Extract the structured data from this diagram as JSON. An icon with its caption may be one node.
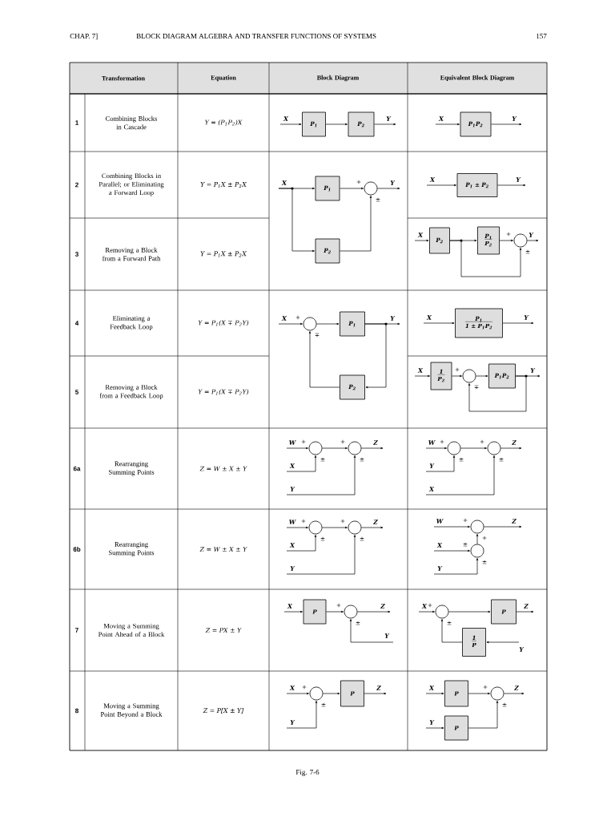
{
  "diagram": {
    "caption": "Fig. 7-6",
    "nodes": [
      {
        "text": [
          "P$_{1}$"
        ]
      },
      {
        "text": [
          "P$_{2}$"
        ]
      },
      {
        "text": [
          "P$_{1}$P$_{2}$"
        ]
      },
      {
        "text": [
          "P$_{1}$"
        ]
      },
      {
        "text": [],
        "shape": "circle",
        "beside": [
          "+",
          "±"
        ]
      },
      {
        "text": [
          "P$_{2}$"
        ]
      },
      {
        "text": [
          "P$_{1}$ ± P$_{2}$"
        ]
      },
      {
        "text": [
          "P$_{2}$"
        ]
      },
      {
        "text": [
          "P$_{1}$",
          "P$_{2}$"
        ]
      },
      {
        "text": [],
        "shape": "circle",
        "beside": [
          "+",
          "±"
        ]
      },
      {
        "text": [],
        "shape": "circle",
        "beside": [
          "+",
          "∓"
        ]
      },
      {
        "text": [
          "P$_{1}$"
        ]
      },
      {
        "text": [
          "P$_{2}$"
        ]
      },
      {
        "text": [
          "P$_{1}$",
          "1 ± P$_{1}$P$_{2}$"
        ]
      },
      {
        "text": [
          "1",
          "P$_{2}$"
        ]
      },
      {
        "text": [],
        "shape": "circle",
        "beside": [
          "+",
          "∓"
        ]
      },
      {
        "text": [
          "P$_{1}$P$_{2}$"
        ]
      },
      {
        "text": [],
        "shape": "circle",
        "beside": [
          "+",
          "±"
        ]
      },
      {
        "text": [],
        "shape": "circle",
        "beside": [
          "+",
          "±"
        ]
      },
      {
        "text": [],
        "shape": "circle",
        "beside": [
          "+",
          "±"
        ]
      },
      {
        "text": [],
        "shape": "circle",
        "beside": [
          "+",
          "±"
        ]
      },
      {
        "text": [],
        "shape": "circle",
        "beside": [
          "+",
          "±"
        ]
      },
      {
        "text": [],
        "shape": "circle",
        "beside": [
          "+",
          "±"
        ]
      },
      {
        "text": [],
        "shape": "circle",
        "beside": [
          "+",
          "+"
        ]
      },
      {
        "text": [],
        "shape": "circle",
        "beside": [
          "±",
          "±"
        ]
      },
      {
        "text": [
          "P"
        ]
      },
      {
        "text": [],
        "shape": "circle",
        "beside": [
          "+",
          "±"
        ]
      },
      {
        "text": [],
        "shape": "circle",
        "beside": [
          "+",
          "±"
        ]
      },
      {
        "text": [
          "P"
        ]
      },
      {
        "text": [
          "1",
          "P"
        ]
      },
      {
        "text": [],
        "shape": "circle",
        "beside": [
          "+",
          "±"
        ]
      },
      {
        "text": [
          "P"
        ]
      },
      {
        "text": [
          "P"
        ]
      },
      {
        "text": [],
        "shape": "circle",
        "beside": [
          "+",
          "±"
        ]
      },
      {
        "text": [
          "P"
        ]
      }
    ],
    "edges": [
      {
        "from": null,
        "to": 0,
        "arrow": "to",
        "label": "X"
      },
      {
        "from": 0,
        "to": 1,
        "arrow": "to"
      },
      {
        "from": 1,
        "to": null,
        "arrow": "to",
        "label": "Y"
      },
      {
        "from": null,
        "to": 2,
        "arrow": "to",
        "label": "X"
      },
      {
        "from": 2,
        "to": null,
        "arrow": "to",
        "label": "Y"
      },
      {
        "from": null,
        "to": 3,
        "arrow": "to",
        "label": "X"
      },
      {
        "from": null,
        "to": 5,
        "arrow": "to"
      },
      {
        "from": 3,
        "to": 4,
        "arrow": "to"
      },
      {
        "from": 5,
        "to": 4,
        "arrow": "to"
      },
      {
        "from": 4,
        "to": null,
        "arrow": "to",
        "label": "Y"
      },
      {
        "from": null,
        "to": 6,
        "arrow": "to",
        "label": "X"
      },
      {
        "from": 6,
        "to": null,
        "arrow": "to",
        "label": "Y"
      },
      {
        "from": null,
        "to": 7,
        "arrow": "to",
        "label": "X"
      },
      {
        "from": 7,
        "to": 8,
        "arrow": "to"
      },
      {
        "from": 8,
        "to": 9,
        "arrow": "to"
      },
      {
        "from": 7,
        "to": 9,
        "arrow": "to"
      },
      {
        "from": 9,
        "to": null,
        "arrow": "to",
        "label": "Y"
      },
      {
        "from": null,
        "to": 10,
        "arrow": "to",
        "label": "X"
      },
      {
        "from": 10,
        "to": 11,
        "arrow": "to"
      },
      {
        "from": 11,
        "to": null,
        "arrow": "to",
        "label": "Y"
      },
      {
        "from": 11,
        "to": 12,
        "arrow": "to"
      },
      {
        "from": 12,
        "to": 10,
        "arrow": "to"
      },
      {
        "from": null,
        "to": 13,
        "arrow": "to",
        "label": "X"
      },
      {
        "from": 13,
        "to": null,
        "arrow": "to",
        "label": "Y"
      },
      {
        "from": null,
        "to": 14,
        "arrow": "to",
        "label": "X"
      },
      {
        "from": 14,
        "to": 15,
        "arrow": "to"
      },
      {
        "from": 15,
        "to": 16,
        "arrow": "to"
      },
      {
        "from": 16,
        "to": null,
        "arrow": "to",
        "label": "Y"
      },
      {
        "from": 16,
        "to": 15,
        "arrow": "to"
      },
      {
        "from": null,
        "to": 17,
        "arrow": "to",
        "label": "W"
      },
      {
        "from": null,
        "to": 17,
        "arrow": "to",
        "label": "X"
      },
      {
        "from": 17,
        "to": 18,
        "arrow": "to"
      },
      {
        "from": null,
        "to": 18,
        "arrow": "to",
        "label": "Y"
      },
      {
        "from": 18,
        "to": null,
        "arrow": "to",
        "label": "Z"
      },
      {
        "from": null,
        "to": 19,
        "arrow": "to",
        "label": "W"
      },
      {
        "from": null,
        "to": 19,
        "arrow": "to",
        "label": "Y"
      },
      {
        "from": 19,
        "to": 20,
        "arrow": "to"
      },
      {
        "from": null,
        "to": 20,
        "arrow": "to",
        "label": "X"
      },
      {
        "from": 20,
        "to": null,
        "arrow": "to",
        "label": "Z"
      },
      {
        "from": null,
        "to": 21,
        "arrow": "to",
        "label": "W"
      },
      {
        "from": null,
        "to": 21,
        "arrow": "to",
        "label": "X"
      },
      {
        "from": 21,
        "to": 22,
        "arrow": "to"
      },
      {
        "from": null,
        "to": 22,
        "arrow": "to",
        "label": "Y"
      },
      {
        "from": 22,
        "to": null,
        "arrow": "to",
        "label": "Z"
      },
      {
        "from": null,
        "to": 23,
        "arrow": "to",
        "label": "W"
      },
      {
        "from": 23,
        "to": null,
        "arrow": "to",
        "label": "Z"
      },
      {
        "from": null,
        "to": 24,
        "arrow": "to",
        "label": "X"
      },
      {
        "from": null,
        "to": 24,
        "arrow": "to",
        "label": "Y"
      },
      {
        "from": 24,
        "to": 23,
        "arrow": "to"
      },
      {
        "from": null,
        "to": 25,
        "arrow": "to",
        "label": "X"
      },
      {
        "from": 25,
        "to": 26,
        "arrow": "to"
      },
      {
        "from": null,
        "to": 26,
        "arrow": "to",
        "label": "Y"
      },
      {
        "from": 26,
        "to": null,
        "arrow": "to",
        "label": "Z"
      },
      {
        "from": null,
        "to": 27,
        "arrow": "to",
        "label": "X"
      },
      {
        "from": 27,
        "to": 28,
        "arrow": "to"
      },
      {
        "from": 28,
        "to": null,
        "arrow": "to",
        "label": "Z"
      },
      {
        "from": null,
        "to": 29,
        "arrow": "to",
        "label": "Y"
      },
      {
        "from": 29,
        "to": 27,
        "arrow": "to"
      },
      {
        "from": null,
        "to": 30,
        "arrow": "to",
        "label": "X"
      },
      {
        "from": null,
        "to": 30,
        "arrow": "to",
        "label": "Y"
      },
      {
        "from": 30,
        "to": 31,
        "arrow": "to"
      },
      {
        "from": 31,
        "to": null,
        "arrow": "to",
        "label": "Z"
      },
      {
        "from": null,
        "to": 32,
        "arrow": "to",
        "label": "X"
      },
      {
        "from": 32,
        "to": 33,
        "arrow": "to"
      },
      {
        "from": 33,
        "to": null,
        "arrow": "to",
        "label": "Z"
      },
      {
        "from": null,
        "to": 34,
        "arrow": "to",
        "label": "Y"
      },
      {
        "from": 34,
        "to": 33,
        "arrow": "to"
      }
    ],
    "labels": [
      "CHAP. 7]",
      "BLOCK DIAGRAM ALGEBRA AND TRANSFER FUNCTIONS OF SYSTEMS",
      "157",
      "Transformation",
      "Equation",
      "Block Diagram",
      "Equivalent Block Diagram",
      "1",
      "Combining Blocks in Cascade",
      "Y = (P$_{1}$P$_{2}$)X",
      "2",
      "Combining Blocks in Parallel; or Eliminating a Forward Loop",
      "Y = P$_{1}$X ± P$_{2}$X",
      "3",
      "Removing a Block from a Forward Path",
      "Y = P$_{1}$X ± P$_{2}$X",
      "4",
      "Eliminating a Feedback Loop",
      "Y = P$_{1}$(X ∓ P$_{2}$Y)",
      "5",
      "Removing a Block from a Feedback Loop",
      "Y = P$_{1}$(X ∓ P$_{2}$Y)",
      "6a",
      "Rearranging Summing Points",
      "Z = W ± X ± Y",
      "6b",
      "Rearranging Summing Points",
      "Z = W ± X ± Y",
      "7",
      "Moving a Summing Point Ahead of a Block",
      "Z = PX ± Y",
      "8",
      "Moving a Summing Point Beyond a Block",
      "Z = P[X ± Y]"
    ]
  }
}
